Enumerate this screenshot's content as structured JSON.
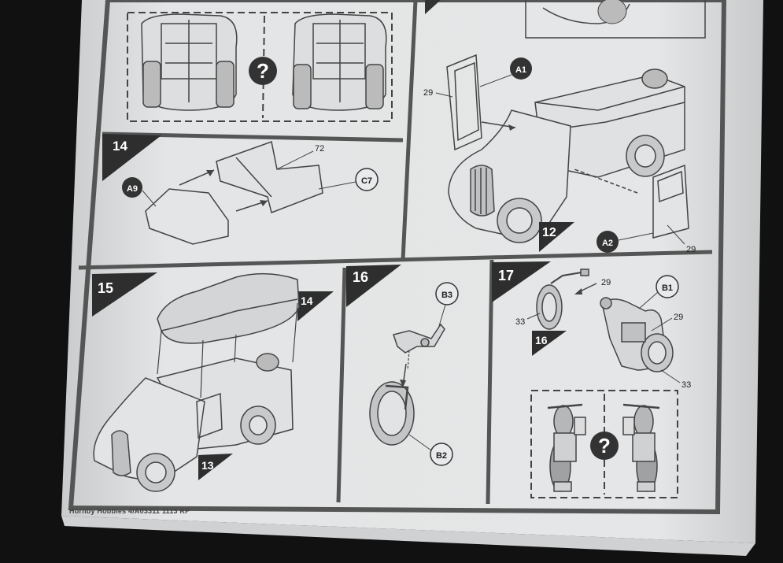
{
  "document": {
    "footer": "Hornby Hobbies 4/A03311 1113 RP",
    "steps": [
      {
        "number": "14",
        "parts": [
          "A9",
          "C7"
        ],
        "numbers": [
          "72"
        ]
      },
      {
        "number": "15",
        "sub_ref": "14",
        "sub_ref2": "13"
      },
      {
        "number": "16",
        "parts": [
          "B3",
          "B2"
        ]
      },
      {
        "number": "17",
        "parts": [
          "B1"
        ],
        "numbers": [
          "29",
          "29",
          "33",
          "33"
        ],
        "sub_ref": "16"
      },
      {
        "number": "12",
        "parts": [
          "A1",
          "A2"
        ],
        "numbers": [
          "29",
          "29"
        ]
      }
    ],
    "question_mark": "?"
  }
}
